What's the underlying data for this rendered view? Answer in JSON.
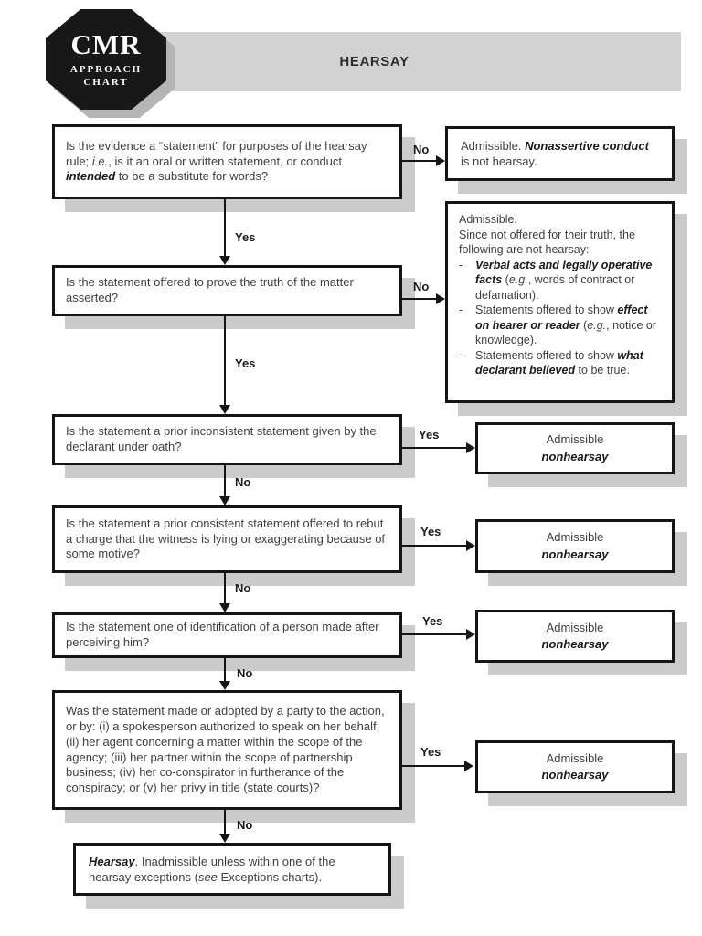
{
  "header": {
    "title": "HEARSAY",
    "logo": {
      "acronym": "CMR",
      "subtitle_line1": "APPROACH",
      "subtitle_line2": "CHART"
    }
  },
  "colors": {
    "banner_bg": "#d2d2d2",
    "box_border": "#151515",
    "drop_shadow": "#cbcbcb",
    "body_text": "#3f3f3f",
    "logo_bg": "#181818"
  },
  "questions": [
    {
      "text": [
        {
          "t": "Is the evidence a “statement” for purposes of the hearsay rule; "
        },
        {
          "t": "i.e.",
          "s": "i"
        },
        {
          "t": ", is it an oral or written statement, or conduct "
        },
        {
          "t": "intended",
          "s": "bi"
        },
        {
          "t": " to be a substitute for words?"
        }
      ],
      "side_label": "No",
      "down_label": "Yes"
    },
    {
      "text": [
        {
          "t": "Is the statement offered to prove the truth of the matter asserted?"
        }
      ],
      "side_label": "No",
      "down_label": "Yes"
    },
    {
      "text": [
        {
          "t": "Is the statement a prior inconsistent statement given by the declarant under oath?"
        }
      ],
      "side_label": "Yes",
      "down_label": "No"
    },
    {
      "text": [
        {
          "t": "Is the statement a prior consistent statement offered to rebut a charge that the witness is lying or exaggerating because of some motive?"
        }
      ],
      "side_label": "Yes",
      "down_label": "No"
    },
    {
      "text": [
        {
          "t": "Is the statement one of identification of a person made after perceiving him?"
        }
      ],
      "side_label": "Yes",
      "down_label": "No"
    },
    {
      "text": [
        {
          "t": "Was the statement made or adopted by a party to the action, or by: (i) a spokesperson authorized to speak on her behalf; (ii) her agent concerning a matter within the scope of the agency; (iii) her partner within the scope of partnership business; (iv) her co-conspirator in furtherance of the conspiracy; or (v) her privy in title (state courts)?"
        }
      ],
      "side_label": "Yes",
      "down_label": "No"
    }
  ],
  "answers": {
    "nonassertive": [
      {
        "t": "Admissible. "
      },
      {
        "t": "Nonassertive conduct",
        "s": "bi"
      },
      {
        "t": " is not hearsay."
      }
    ],
    "not_for_truth": {
      "line1": "Admissible.",
      "line2": "Since not offered for their truth, the following are not hearsay:",
      "bullet_marker": "-",
      "bullets": [
        [
          {
            "t": "Verbal acts and legally operative facts",
            "s": "bi"
          },
          {
            "t": " ("
          },
          {
            "t": "e.g.",
            "s": "i"
          },
          {
            "t": ", words of contract or defamation)."
          }
        ],
        [
          {
            "t": "Statements offered to show "
          },
          {
            "t": "effect on hearer or reader",
            "s": "bi"
          },
          {
            "t": " ("
          },
          {
            "t": "e.g.",
            "s": "i"
          },
          {
            "t": ", notice or knowledge)."
          }
        ],
        [
          {
            "t": "Statements offered to show "
          },
          {
            "t": "what declarant believed",
            "s": "bi"
          },
          {
            "t": " to be true."
          }
        ]
      ]
    },
    "nonhearsay": {
      "line1": "Admissible",
      "line2": "nonhearsay"
    }
  },
  "final": {
    "text": [
      {
        "t": "Hearsay",
        "s": "bi"
      },
      {
        "t": ". Inadmissible unless within one of the hearsay exceptions ("
      },
      {
        "t": "see",
        "s": "i"
      },
      {
        "t": " Exceptions charts)."
      }
    ]
  }
}
